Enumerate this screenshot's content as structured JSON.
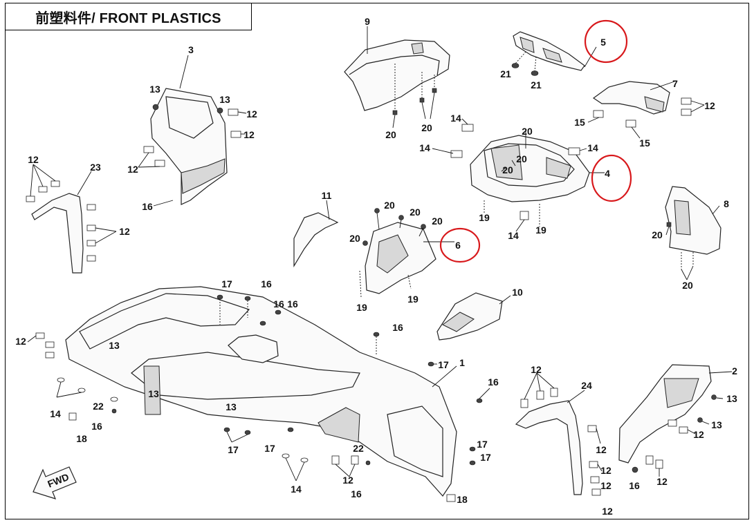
{
  "title": "前塑料件/ FRONT PLASTICS",
  "fwd_label": "FWD",
  "highlight_color": "#d8191c",
  "callouts": {
    "c1": "1",
    "c2": "2",
    "c3": "3",
    "c4": "4",
    "c5": "5",
    "c6": "6",
    "c7": "7",
    "c8": "8",
    "c9": "9",
    "c10": "10",
    "c11": "11",
    "c12": "12",
    "c13": "13",
    "c14": "14",
    "c15": "15",
    "c16": "16",
    "c17": "17",
    "c18": "18",
    "c19": "19",
    "c20": "20",
    "c21": "21",
    "c22": "22",
    "c23": "23",
    "c24": "24"
  },
  "highlighted_parts": [
    "4",
    "5",
    "6"
  ]
}
